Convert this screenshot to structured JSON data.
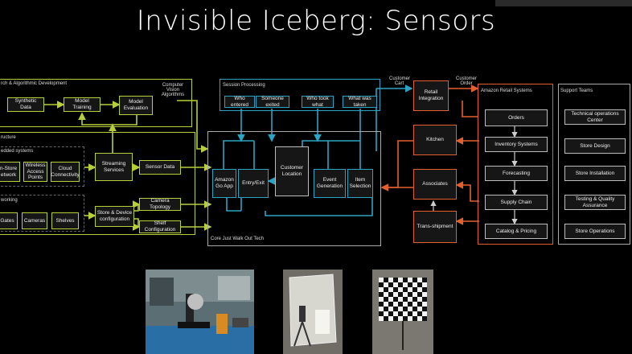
{
  "slide": {
    "title": "Invisible Iceberg: Sensors"
  },
  "research": {
    "label": "rch & Algorithmic Development",
    "synthetic": "Synthetic Data",
    "training": "Model Training",
    "evaluation": "Model Evaluation",
    "cv": "Computer Vision Algorithms"
  },
  "infra": {
    "label": "ructure",
    "embedded": "edded systems",
    "instore": "n-Store etwork",
    "wireless": "Wireless Access Points",
    "cloud": "Cloud Connectivity",
    "networking": "working",
    "gates": "Gates",
    "cameras": "Cameras",
    "shelves": "Shelves"
  },
  "streaming": {
    "services": "Streaming Services",
    "sensor": "Sensor Data",
    "storecfg": "Store & Device configuration",
    "camtopo": "Camera Topology",
    "shelfcfg": "Shelf Configuration"
  },
  "session": {
    "label": "Session Processing",
    "who_entered": "Who entered",
    "someone_exited": "Someone exited",
    "who_took": "Who took what",
    "what_taken": "What was taken"
  },
  "core": {
    "label": "Core Just Walk Out Tech",
    "goapp": "Amazon Go App",
    "entryexit": "Entry/Exit",
    "location": "Customer Location",
    "eventgen": "Event Generation",
    "itemsel": "Item Selection"
  },
  "flow": {
    "customer_cart": "Customer Cart",
    "customer_order": "Customer Order",
    "retail": "Retail Integration",
    "kitchen": "Kitchen",
    "associates": "Associates",
    "transship": "Trans-shipment"
  },
  "retail_sys": {
    "label": "Amazon Retail Systems",
    "orders": "Orders",
    "inventory": "Inventory Systems",
    "forecasting": "Forecasting",
    "supply": "Supply Chain",
    "catalog": "Catalog & Pricing"
  },
  "support": {
    "label": "Support Teams",
    "techops": "Technical operations Center",
    "design": "Store Design",
    "install": "Store Installation",
    "testing": "Testing & Quality Assurance",
    "ops": "Store Operations"
  },
  "photos": [
    {
      "name": "microscope-bench-photo"
    },
    {
      "name": "sensor-booth-photo"
    },
    {
      "name": "checkerboard-calibration-photo"
    }
  ],
  "colors": {
    "green": "#b9cf3a",
    "blue": "#2aa4c4",
    "red": "#e2602f",
    "white": "#bdbdbd"
  }
}
